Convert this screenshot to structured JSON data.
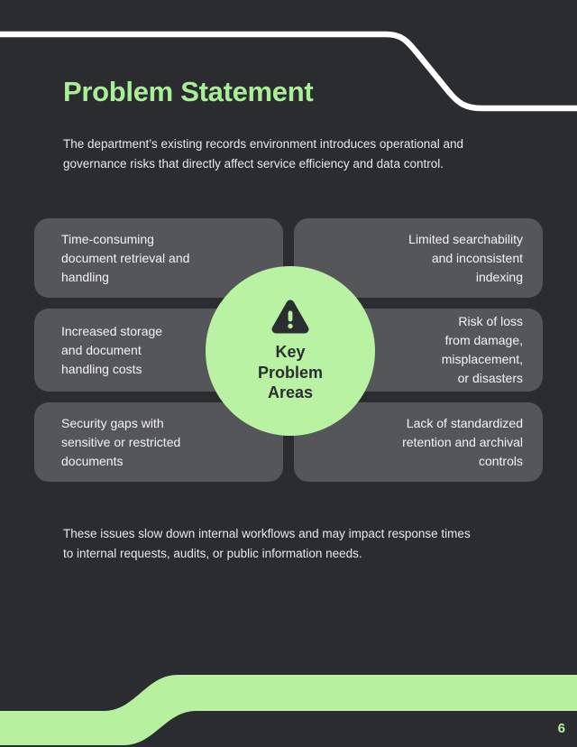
{
  "page": {
    "number": "6",
    "background_color": "#2a2c2f"
  },
  "colors": {
    "accent_green_title": "#aaee98",
    "accent_green_fill": "#b9f2a3",
    "box_gray": "#55565a",
    "text_light": "#e9eaea",
    "dark_ink": "#2b2e31",
    "divider_white": "#ffffff"
  },
  "header": {
    "title": "Problem Statement"
  },
  "intro": "The department’s existing records environment introduces operational and\ngovernance risks that directly affect service efficiency and data control.",
  "problem_boxes": {
    "left": [
      "Time-consuming\ndocument retrieval and\nhandling",
      "Increased storage\nand document\nhandling costs",
      "Security gaps with\nsensitive or restricted\ndocuments"
    ],
    "right": [
      "Limited searchability\nand inconsistent\nindexing",
      "Risk of loss\nfrom damage,\nmisplacement,\nor disasters",
      "Lack of standardized\nretention and archival\ncontrols"
    ]
  },
  "center": {
    "icon_name": "warning-icon",
    "label": "Key\nProblem\nAreas"
  },
  "outro": "These issues slow down internal workflows and may impact response times\nto internal requests, audits, or public information needs."
}
